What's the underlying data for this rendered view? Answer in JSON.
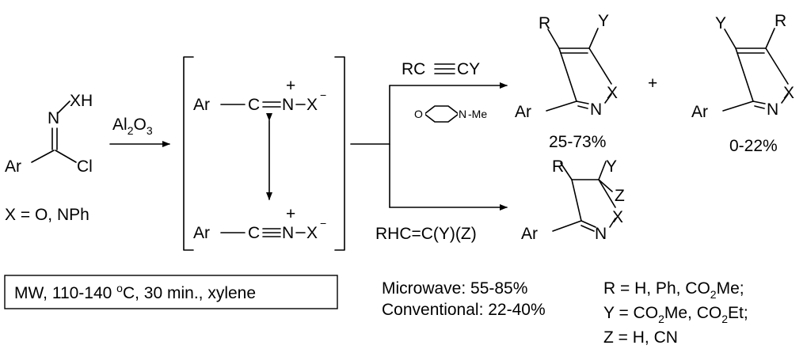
{
  "start": {
    "n": "N",
    "xh": "XH",
    "ar": "Ar",
    "cl": "Cl",
    "x_def": "X = O, NPh"
  },
  "reagent": {
    "al": "Al",
    "al_sub": "2",
    "o": "O",
    "o_sub": "3"
  },
  "intermediate": {
    "ar": "Ar",
    "c": "C",
    "n": "N",
    "x": "X",
    "plus": "+",
    "minus": "−"
  },
  "upper_reaction": {
    "alkyne_a": "RC",
    "alkyne_b": "CY",
    "base_o": "O",
    "base_n": "N",
    "base_me": "-Me",
    "product_a": {
      "r": "R",
      "y": "Y",
      "ar": "Ar",
      "n": "N",
      "x": "X",
      "yield": "25-73%"
    },
    "plus": "+",
    "product_b": {
      "y": "Y",
      "r": "R",
      "ar": "Ar",
      "n": "N",
      "x": "X",
      "yield": "0-22%"
    }
  },
  "lower_reaction": {
    "alkene": "RHC=C(Y)(Z)",
    "product": {
      "r": "R",
      "y": "Y",
      "z": "Z",
      "ar": "Ar",
      "n": "N",
      "x": "X"
    }
  },
  "conditions": {
    "box_a": "MW, 110-140 ",
    "box_deg": "o",
    "box_b": "C, 30 min., xylene",
    "microwave": "Microwave: 55-85%",
    "conventional": "Conventional: 22-40%"
  },
  "substituents": {
    "r_a": "R = H, Ph, CO",
    "r_sub": "2",
    "r_b": "Me;",
    "y_a": "Y = CO",
    "y_sub1": "2",
    "y_b": "Me, CO",
    "y_sub2": "2",
    "y_c": "Et;",
    "z": "Z = H, CN"
  }
}
